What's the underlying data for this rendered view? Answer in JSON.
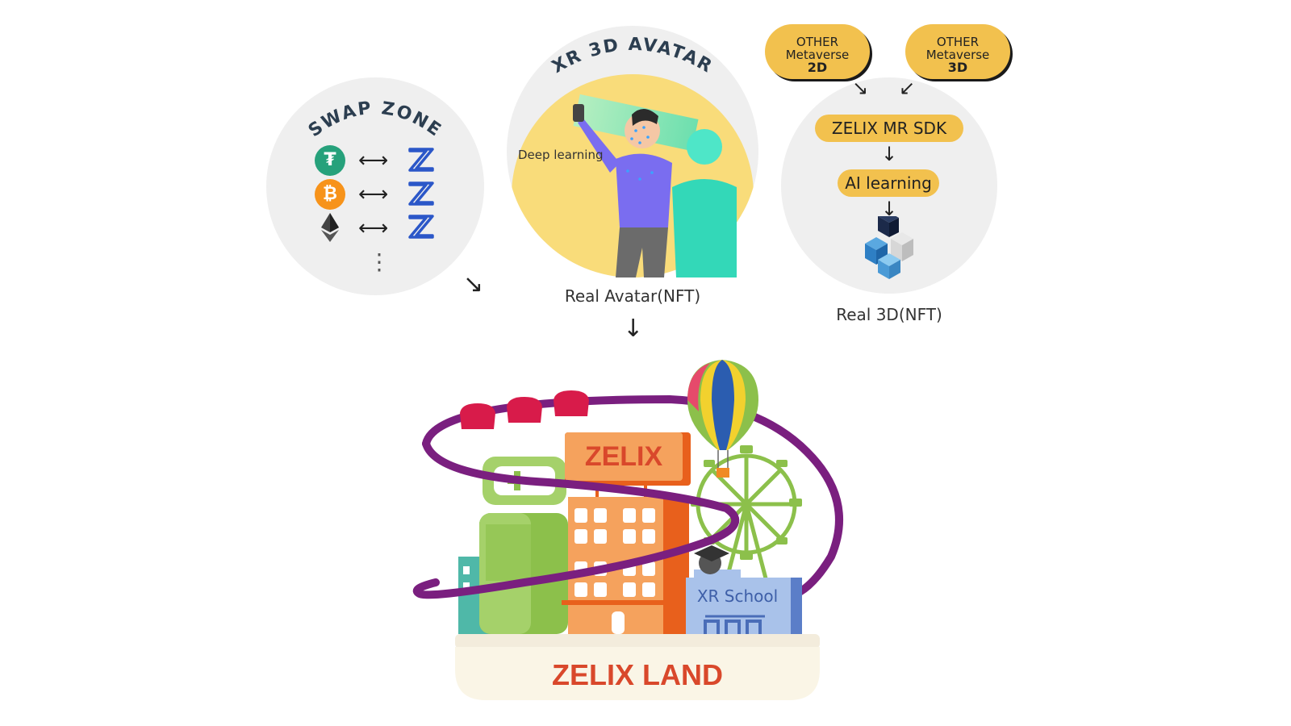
{
  "swap_zone": {
    "title": "SWAP ZONE",
    "double_arrow": "⟷",
    "more": "⋮",
    "rows": [
      {
        "coin": "Tether",
        "coin_icon": "tether-icon",
        "color": "#26a17b",
        "target_icon": "zelix-z-icon"
      },
      {
        "coin": "Bitcoin",
        "coin_icon": "bitcoin-icon",
        "color": "#f7931a",
        "target_icon": "zelix-z-icon"
      },
      {
        "coin": "Ethereum",
        "coin_icon": "ethereum-icon",
        "color": "#333333",
        "target_icon": "zelix-z-icon"
      }
    ]
  },
  "avatar": {
    "title": "XR 3D AVATAR",
    "deep_learning_label": "Deep learning",
    "caption": "Real Avatar(NFT)"
  },
  "sdk": {
    "bubble_2d": {
      "line1": "OTHER",
      "line2": "Metaverse",
      "line3": "2D"
    },
    "bubble_3d": {
      "line1": "OTHER",
      "line2": "Metaverse",
      "line3": "3D"
    },
    "sdk_label": "ZELIX MR SDK",
    "ai_label": "AI learning",
    "caption": "Real 3D(NFT)"
  },
  "arrows": {
    "diag": "↘",
    "down": "↓",
    "down_left": "↙"
  },
  "land": {
    "sign": "ZELIX",
    "school": "XR School",
    "title": "ZELIX LAND"
  },
  "colors": {
    "accent_yellow": "#f2c14e",
    "circle_gray": "#efefef",
    "land_title": "#d9482b",
    "track_purple": "#7a1f7f",
    "zelix_blue": "#2b57c8"
  }
}
